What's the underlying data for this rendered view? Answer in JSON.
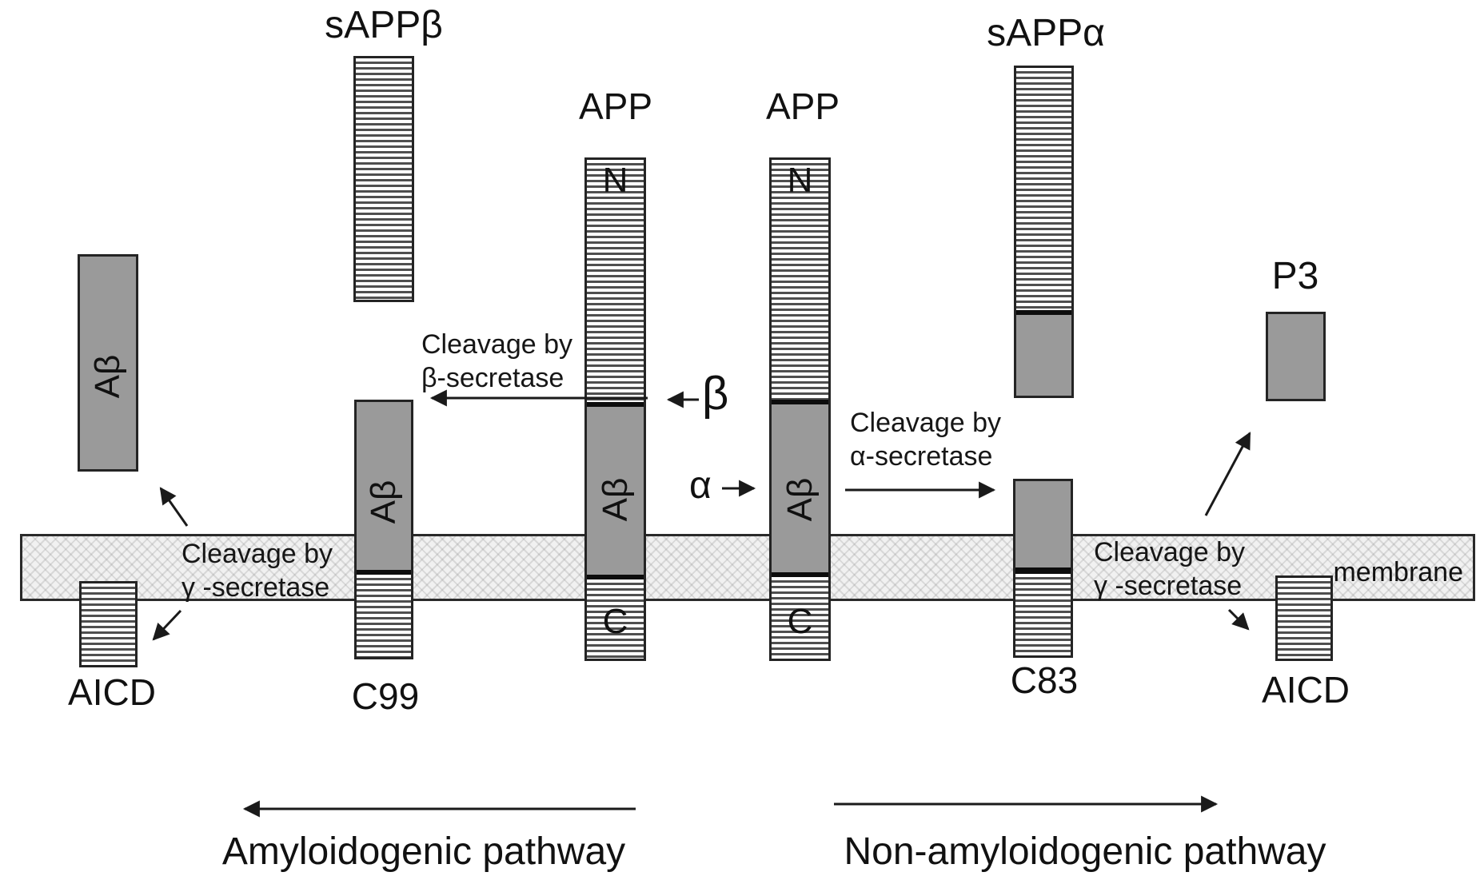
{
  "diagram": {
    "membrane": {
      "label": "membrane"
    },
    "molecules": {
      "sappb": {
        "label": "sAPPβ"
      },
      "app_left": {
        "label": "APP",
        "n_terminus": "N",
        "abeta": "Aβ",
        "c_terminus": "C"
      },
      "app_right": {
        "label": "APP",
        "n_terminus": "N",
        "abeta": "Aβ",
        "c_terminus": "C"
      },
      "abeta_free": {
        "label": "Aβ"
      },
      "aicd_left": {
        "label": "AICD"
      },
      "c99": {
        "label": "C99",
        "abeta": "Aβ"
      },
      "c83": {
        "label": "C83"
      },
      "sappa": {
        "label": "sAPPα"
      },
      "p3": {
        "label": "P3"
      },
      "aicd_right": {
        "label": "AICD"
      }
    },
    "annotations": {
      "beta_cleavage": {
        "line1": "Cleavage by",
        "line2": "β-secretase"
      },
      "alpha_cleavage": {
        "line1": "Cleavage by",
        "line2": "α-secretase"
      },
      "gamma_cleavage_left": {
        "line1": "Cleavage by",
        "line2": "γ -secretase"
      },
      "gamma_cleavage_right": {
        "line1": "Cleavage by",
        "line2": "γ -secretase"
      },
      "beta_site": "β",
      "alpha_site": "α"
    },
    "pathways": {
      "amyloidogenic": "Amyloidogenic pathway",
      "non_amyloidogenic": "Non-amyloidogenic pathway"
    },
    "colors": {
      "gray_fill": "#9a9a9a",
      "stripe_dark": "#4f4f4f",
      "membrane_fill": "#f1f1f1",
      "outline": "#242424",
      "text": "#111111"
    }
  }
}
